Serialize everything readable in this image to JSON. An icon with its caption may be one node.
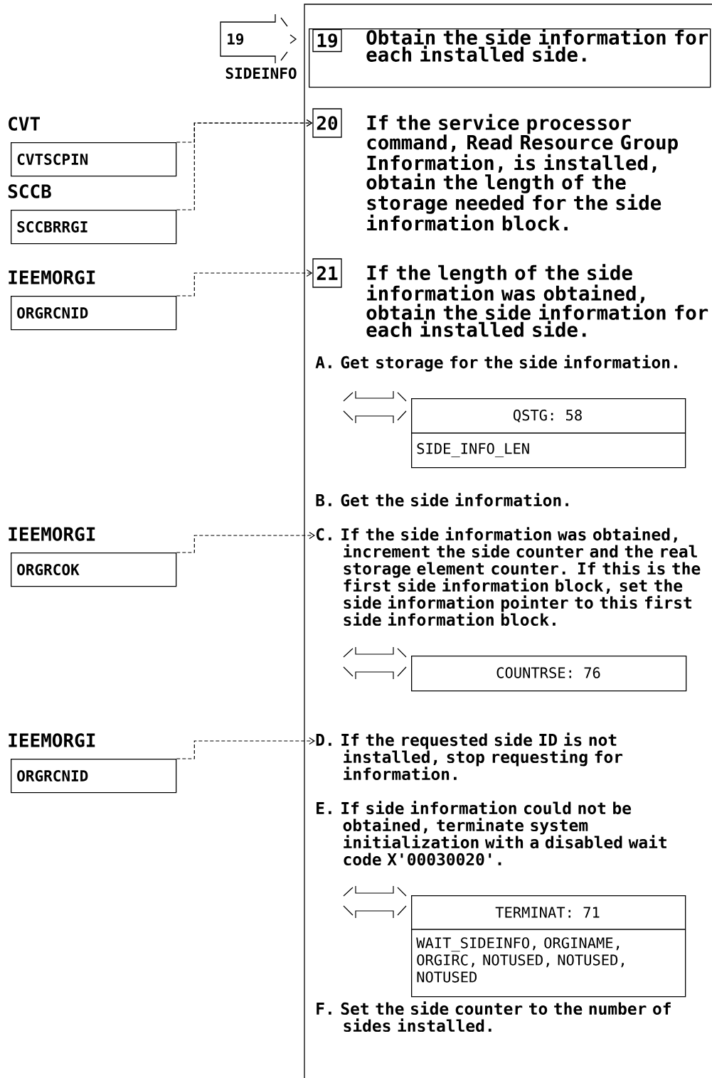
{
  "diagram": {
    "nodes": [
      {
        "text": [
          "19",
          "SIDEINFO"
        ]
      },
      {
        "text": [
          "19",
          "Obtain the side information for each installed side."
        ]
      },
      {
        "text": [
          "CVT",
          "CVTSCPIN"
        ]
      },
      {
        "text": [
          "SCCB",
          "SCCBRRGI"
        ]
      },
      {
        "text": [
          "20"
        ],
        "beside": [
          "If the service processor command, Read Resource Group Information, is installed, obtain the length of the storage needed for the side information block."
        ]
      },
      {
        "text": [
          "IEEMORGI",
          "ORGRCNID"
        ]
      },
      {
        "text": [
          "21"
        ],
        "beside": [
          "If the length of the side information was obtained, obtain the side information for each installed side."
        ]
      },
      {
        "text": [
          "QSTG: 58",
          "SIDE_INFO_LEN"
        ]
      },
      {
        "text": [
          "IEEMORGI",
          "ORGRCOK"
        ]
      },
      {
        "text": [
          "C. If the side information was obtained, increment the side counter and the real storage element counter. If this is the first side information block, set the side information pointer to this first side information block."
        ]
      },
      {
        "text": [
          "COUNTRSE: 76"
        ]
      },
      {
        "text": [
          "IEEMORGI",
          "ORGRCNID"
        ]
      },
      {
        "text": [
          "D. If the requested side ID is not installed, stop requesting for information."
        ]
      },
      {
        "text": [
          "TERMINAT: 71",
          "WAIT_SIDEINFO, ORGINAME, ORGIRC, NOTUSED, NOTUSED, NOTUSED"
        ]
      }
    ],
    "edges": [
      {
        "from": 2,
        "to": 4,
        "arrow": "to",
        "style": "dashed"
      },
      {
        "from": 3,
        "to": 4,
        "arrow": "to",
        "style": "dashed"
      },
      {
        "from": 5,
        "to": 6,
        "arrow": "to",
        "style": "dashed"
      },
      {
        "from": 8,
        "to": 9,
        "arrow": "to",
        "style": "dashed"
      },
      {
        "from": 11,
        "to": 12,
        "arrow": "to",
        "style": "dashed"
      }
    ],
    "labels": [
      "A. Get storage for the side information.",
      "B. Get the side information.",
      "E. If side information could not be obtained, terminate system initialization with a disabled wait code X'00030020'.",
      "F. Set the side counter to the number of sides installed."
    ]
  }
}
